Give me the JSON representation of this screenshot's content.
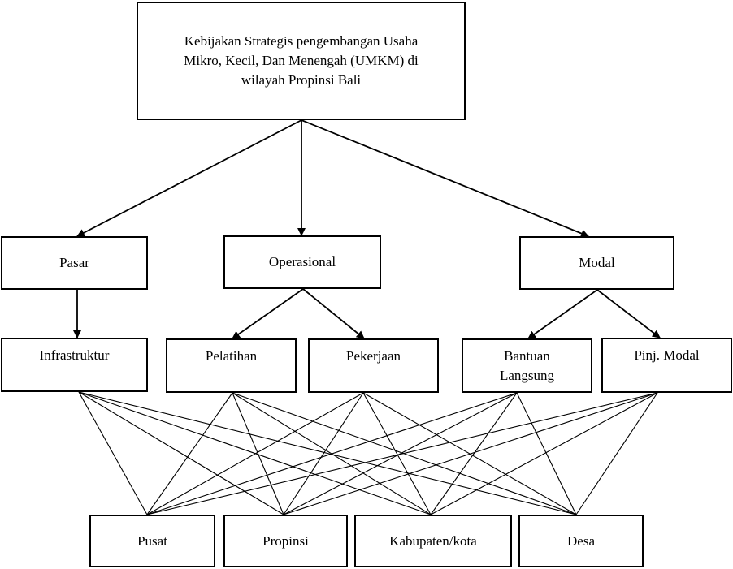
{
  "root": {
    "line1": "Kebijakan Strategis pengembangan Usaha",
    "line2": "Mikro, Kecil, Dan Menengah (UMKM) di",
    "line3": "wilayah Propinsi Bali"
  },
  "level1": {
    "pasar": "Pasar",
    "operasional": "Operasional",
    "modal": "Modal"
  },
  "level2": {
    "infrastruktur": "Infrastruktur",
    "pelatihan": "Pelatihan",
    "pekerjaan": "Pekerjaan",
    "bantuan_line1": "Bantuan",
    "bantuan_line2": "Langsung",
    "pinj_modal": "Pinj. Modal"
  },
  "level3": {
    "pusat": "Pusat",
    "propinsi": "Propinsi",
    "kabupaten": "Kabupaten/kota",
    "desa": "Desa"
  },
  "edges": [
    {
      "from": "root",
      "to": "pasar",
      "arrow": true
    },
    {
      "from": "root",
      "to": "operasional",
      "arrow": true
    },
    {
      "from": "root",
      "to": "modal",
      "arrow": true
    },
    {
      "from": "pasar",
      "to": "infrastruktur",
      "arrow": true
    },
    {
      "from": "operasional",
      "to": "pelatihan",
      "arrow": true
    },
    {
      "from": "operasional",
      "to": "pekerjaan",
      "arrow": true
    },
    {
      "from": "modal",
      "to": "bantuan",
      "arrow": true
    },
    {
      "from": "modal",
      "to": "pinj_modal",
      "arrow": true
    }
  ],
  "cross_links": {
    "sources": [
      "infrastruktur",
      "pelatihan",
      "pekerjaan",
      "bantuan",
      "pinj_modal"
    ],
    "targets": [
      "pusat",
      "propinsi",
      "kabupaten",
      "desa"
    ]
  }
}
